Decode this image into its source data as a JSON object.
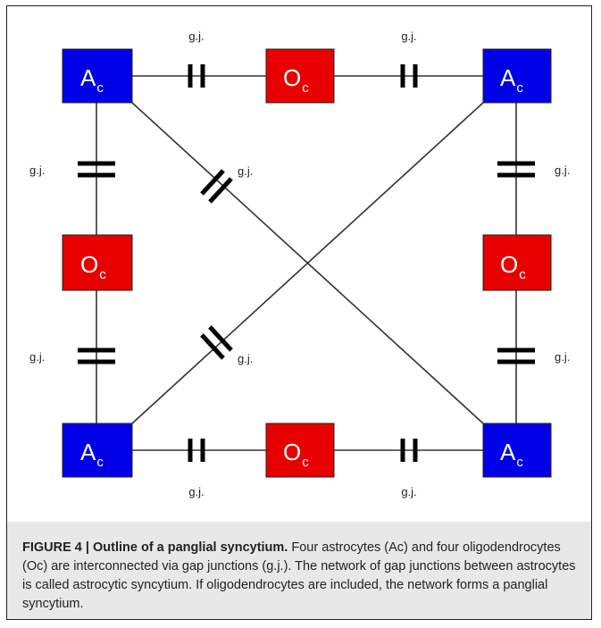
{
  "figure": {
    "astrocyte_label": "A",
    "astrocyte_sub": "c",
    "oligodendrocyte_label": "O",
    "oligodendrocyte_sub": "c",
    "gap_junction_label": "g.j.",
    "colors": {
      "astrocyte": "#0000e6",
      "oligodendrocyte": "#e60000",
      "line": "#333333",
      "junction": "#000000",
      "caption_bg": "#e8e8e8"
    }
  },
  "caption": {
    "lead": "FIGURE 4 | Outline of a panglial syncytium.",
    "body": " Four astrocytes (Ac) and four oligodendrocytes (Oc) are interconnected via gap junctions (g.j.). The network of gap junctions between astrocytes is called astrocytic syncytium. If oligodendrocytes are included, the network forms a panglial syncytium."
  }
}
